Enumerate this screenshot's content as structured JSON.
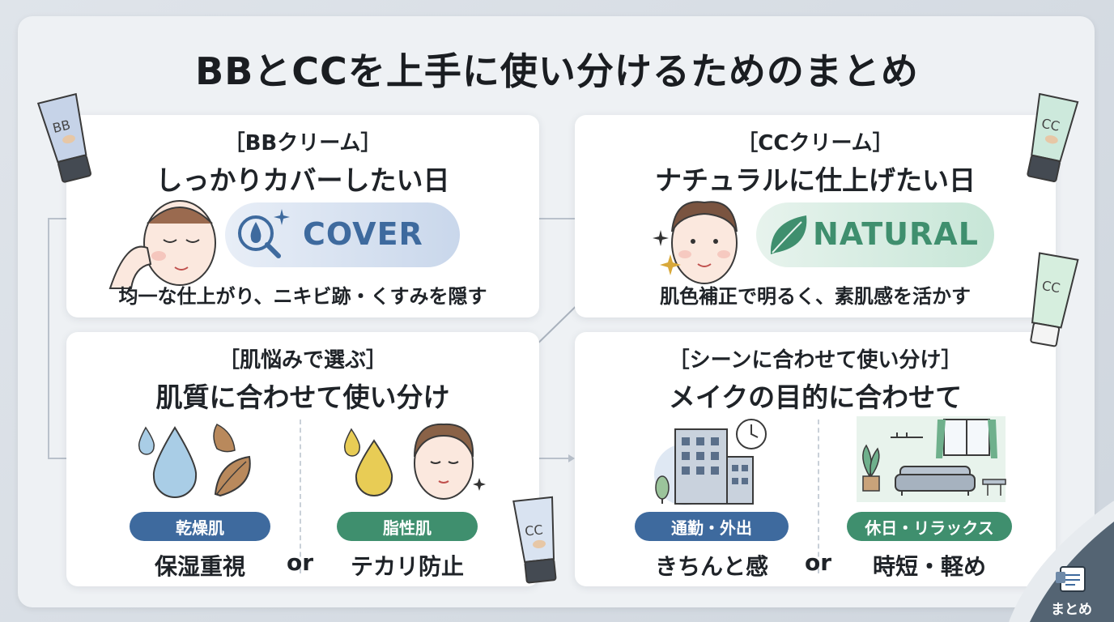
{
  "title": "BBとCCを上手に使い分けるためのまとめ",
  "bb_card": {
    "tag": "［BBクリーム］",
    "heading": "しっかりカバーしたい日",
    "pill_label": "COVER",
    "description": "均一な仕上がり、ニキビ跡・くすみを隠す",
    "accent": "#3e6a9e"
  },
  "cc_card": {
    "tag": "［CCクリーム］",
    "heading": "ナチュラルに仕上げたい日",
    "pill_label": "NATURAL",
    "description": "肌色補正で明るく、素肌感を活かす",
    "accent": "#3f8f6e"
  },
  "skin_card": {
    "tag": "［肌悩みで選ぶ］",
    "heading": "肌質に合わせて使い分け",
    "left_badge": "乾燥肌",
    "left_caption": "保湿重視",
    "or_label": "or",
    "right_badge": "脂性肌",
    "right_caption": "テカリ防止"
  },
  "scene_card": {
    "tag": "［シーンに合わせて使い分け］",
    "heading": "メイクの目的に合わせて",
    "left_badge": "通勤・外出",
    "left_caption": "きちんと感",
    "or_label": "or",
    "right_badge": "休日・リラックス",
    "right_caption": "時短・軽め"
  },
  "tubes": {
    "bb": "BB",
    "cc": "CC"
  },
  "corner": {
    "label": "まとめ"
  },
  "icons": [
    "water-drop-search-icon",
    "sparkle-icon",
    "leaf-icon",
    "water-drop-icon",
    "clock-icon",
    "office-building-icon",
    "sofa-icon",
    "window-icon",
    "plant-icon",
    "summary-icon"
  ],
  "colors": {
    "blue_badge": "#3e6a9e",
    "green_badge": "#3f8f6e",
    "cover_pill": "#cfdcef",
    "natural_pill": "#cde9dc",
    "text": "#1f2328"
  }
}
